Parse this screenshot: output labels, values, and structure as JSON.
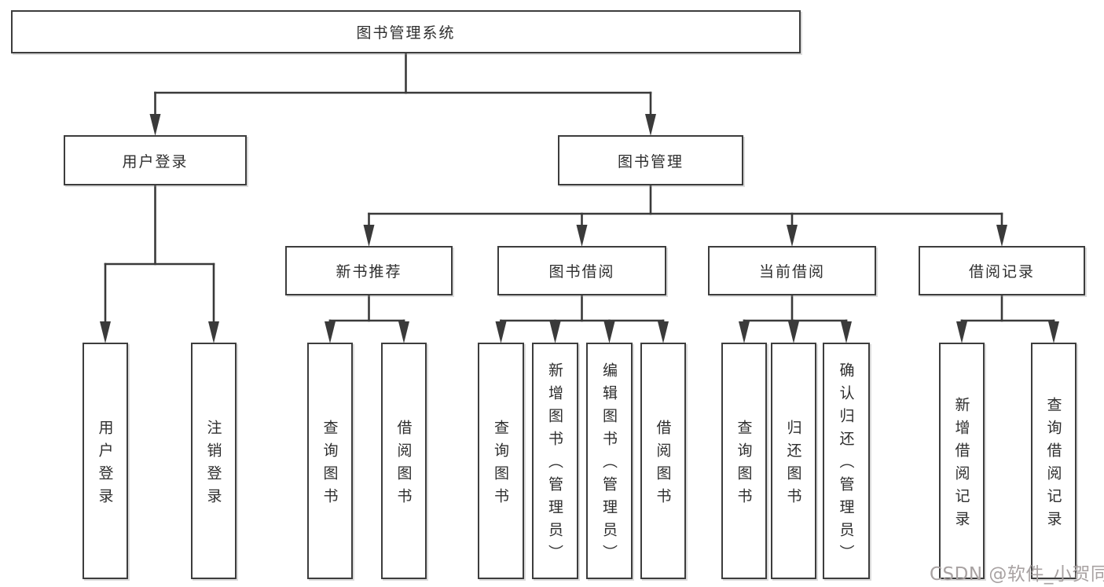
{
  "tree": {
    "id": "root",
    "label": "图书管理系统",
    "children": [
      {
        "id": "user-login",
        "label": "用户登录",
        "children": [
          {
            "id": "leaf-user-login",
            "label": "用户登录"
          },
          {
            "id": "leaf-logout",
            "label": "注销登录"
          }
        ]
      },
      {
        "id": "book-mgmt",
        "label": "图书管理",
        "children": [
          {
            "id": "new-book-rec",
            "label": "新书推荐",
            "children": [
              {
                "id": "nbr-query",
                "label": "查询图书"
              },
              {
                "id": "nbr-borrow",
                "label": "借阅图书"
              }
            ]
          },
          {
            "id": "book-borrow",
            "label": "图书借阅",
            "children": [
              {
                "id": "bb-query",
                "label": "查询图书"
              },
              {
                "id": "bb-add",
                "label": "新增图书（管理员）"
              },
              {
                "id": "bb-edit",
                "label": "编辑图书（管理员）"
              },
              {
                "id": "bb-borrow",
                "label": "借阅图书"
              }
            ]
          },
          {
            "id": "current-borrow",
            "label": "当前借阅",
            "children": [
              {
                "id": "cb-query",
                "label": "查询图书"
              },
              {
                "id": "cb-return",
                "label": "归还图书"
              },
              {
                "id": "cb-confirm",
                "label": "确认归还（管理员）"
              }
            ]
          },
          {
            "id": "borrow-records",
            "label": "借阅记录",
            "children": [
              {
                "id": "br-add",
                "label": "新增借阅记录"
              },
              {
                "id": "br-query",
                "label": "查询借阅记录"
              }
            ]
          }
        ]
      }
    ]
  },
  "watermark": "CSDN @软件_小贺同学",
  "colors": {
    "line": "#3a3a3a",
    "box_border": "#3d3d3d",
    "text": "#2e2e2e",
    "watermark": "#a8a2a2",
    "background": "#ffffff"
  }
}
